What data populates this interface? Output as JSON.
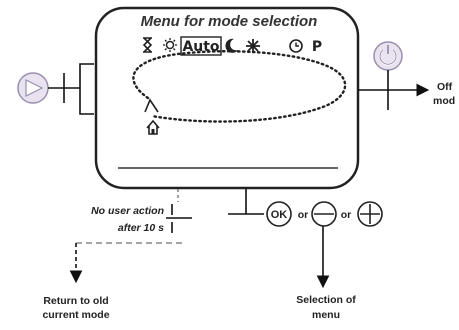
{
  "title": "Menu for mode selection",
  "modes": {
    "auto": "Auto",
    "program": "P"
  },
  "labels": {
    "off_line1": "Off",
    "off_line2": "mod",
    "no_action_line1": "No user action",
    "no_action_line2": "after 10 s",
    "return_line1": "Return to old",
    "return_line2": "current mode",
    "selection_line1": "Selection of",
    "selection_line2": "menu",
    "or1": "or",
    "or2": "or"
  },
  "buttons": {
    "ok": "OK"
  },
  "icons": [
    "play-button-icon",
    "power-button-icon",
    "hourglass-icon",
    "sun-icon",
    "moon-icon",
    "snowflake-icon",
    "clock-icon",
    "house-icon",
    "ok-button-icon",
    "minus-button-icon",
    "plus-button-icon"
  ],
  "colors": {
    "line": "#111111",
    "box_border": "#222222",
    "dashed": "#888888",
    "icon_fill": "#e8e3ef",
    "icon_stroke": "#9a8fb0"
  }
}
